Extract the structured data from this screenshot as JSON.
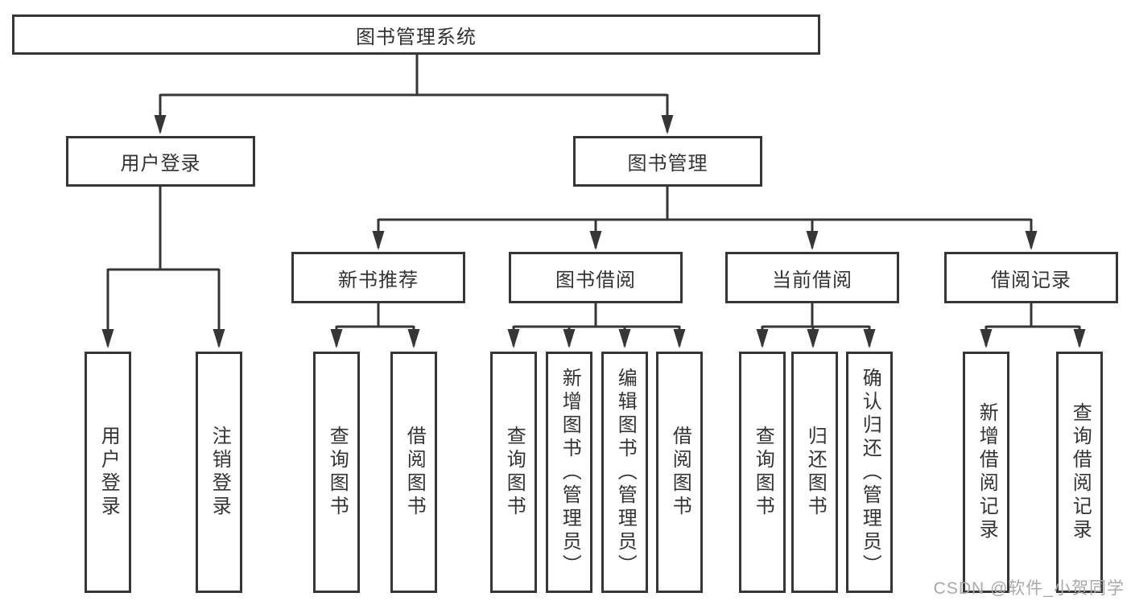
{
  "diagram": {
    "root": {
      "label": "图书管理系统"
    },
    "branches": [
      {
        "label": "用户登录",
        "children": [
          {
            "label": "用户登录"
          },
          {
            "label": "注销登录"
          }
        ]
      },
      {
        "label": "图书管理",
        "children": [
          {
            "label": "新书推荐",
            "children": [
              {
                "label": "查询图书"
              },
              {
                "label": "借阅图书"
              }
            ]
          },
          {
            "label": "图书借阅",
            "children": [
              {
                "label": "查询图书"
              },
              {
                "label": "新增图书（管理员）"
              },
              {
                "label": "编辑图书（管理员）"
              },
              {
                "label": "借阅图书"
              }
            ]
          },
          {
            "label": "当前借阅",
            "children": [
              {
                "label": "查询图书"
              },
              {
                "label": "归还图书"
              },
              {
                "label": "确认归还（管理员）"
              }
            ]
          },
          {
            "label": "借阅记录",
            "children": [
              {
                "label": "新增借阅记录"
              },
              {
                "label": "查询借阅记录"
              }
            ]
          }
        ]
      }
    ],
    "watermark": "CSDN @软件_小贺同学",
    "colors": {
      "line": "#363636",
      "text": "#333333",
      "watermark": "#a9a9a9",
      "background": "#ffffff"
    }
  }
}
